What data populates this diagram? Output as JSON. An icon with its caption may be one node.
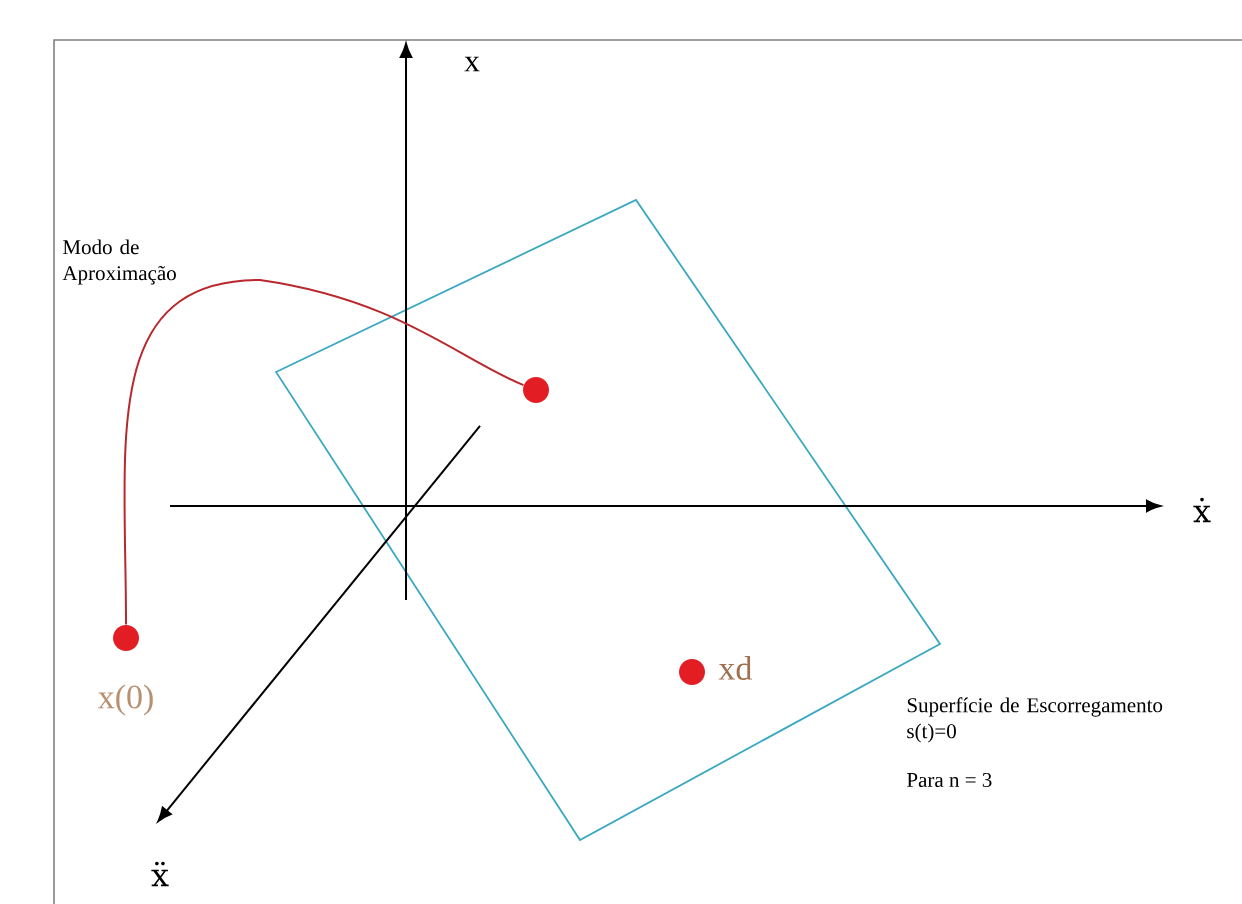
{
  "diagram": {
    "nodes": [
      {
        "text": [],
        "shape": "circle",
        "beside": [
          "x(0)"
        ]
      },
      {
        "text": [],
        "shape": "circle"
      },
      {
        "text": [],
        "shape": "circle",
        "beside": [
          "xd"
        ]
      }
    ],
    "edges": [
      {
        "from": 0,
        "to": 1,
        "arrow": "none",
        "color": "#b8282d"
      }
    ],
    "labels": [
      "x",
      "ẋ",
      "ẍ",
      "Modo de Aproximação",
      "Superfície de Escorregamento s(t)=0",
      "Para n = 3"
    ]
  }
}
